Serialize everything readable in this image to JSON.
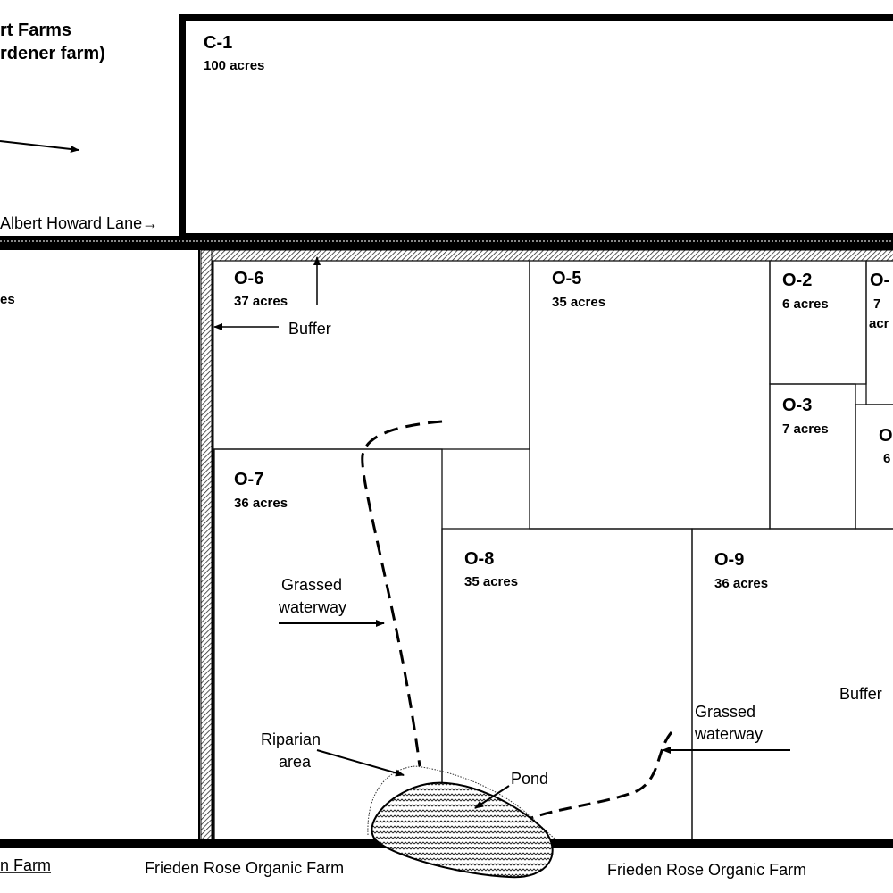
{
  "neighbors": {
    "top_left_line1": "rt Farms",
    "top_left_line2": "rdener farm)",
    "left_field_acres": "es",
    "bottom_left": "n Farm",
    "bottom_center": "Frieden Rose Organic Farm",
    "bottom_right": "Frieden Rose Organic Farm"
  },
  "road": "Albert Howard Lane→",
  "fields": {
    "c1": {
      "name": "C-1",
      "acres": "100 acres"
    },
    "o6": {
      "name": "O-6",
      "acres": "37 acres"
    },
    "o5": {
      "name": "O-5",
      "acres": "35 acres"
    },
    "o2": {
      "name": "O-2",
      "acres": "6 acres"
    },
    "o1": {
      "name": "O-",
      "acres_a": "7",
      "acres_b": "acr"
    },
    "o3": {
      "name": "O-3",
      "acres": "7 acres"
    },
    "o4": {
      "name": "O",
      "acres": "6"
    },
    "o7": {
      "name": "O-7",
      "acres": "36 acres"
    },
    "o8": {
      "name": "O-8",
      "acres": "35 acres"
    },
    "o9": {
      "name": "O-9",
      "acres": "36 acres"
    }
  },
  "annotations": {
    "buffer_top": "Buffer",
    "buffer_right": "Buffer",
    "waterway_left_1": "Grassed",
    "waterway_left_2": "waterway",
    "waterway_right_1": "Grassed",
    "waterway_right_2": "waterway",
    "riparian_1": "Riparian",
    "riparian_2": "area",
    "pond": "Pond"
  }
}
